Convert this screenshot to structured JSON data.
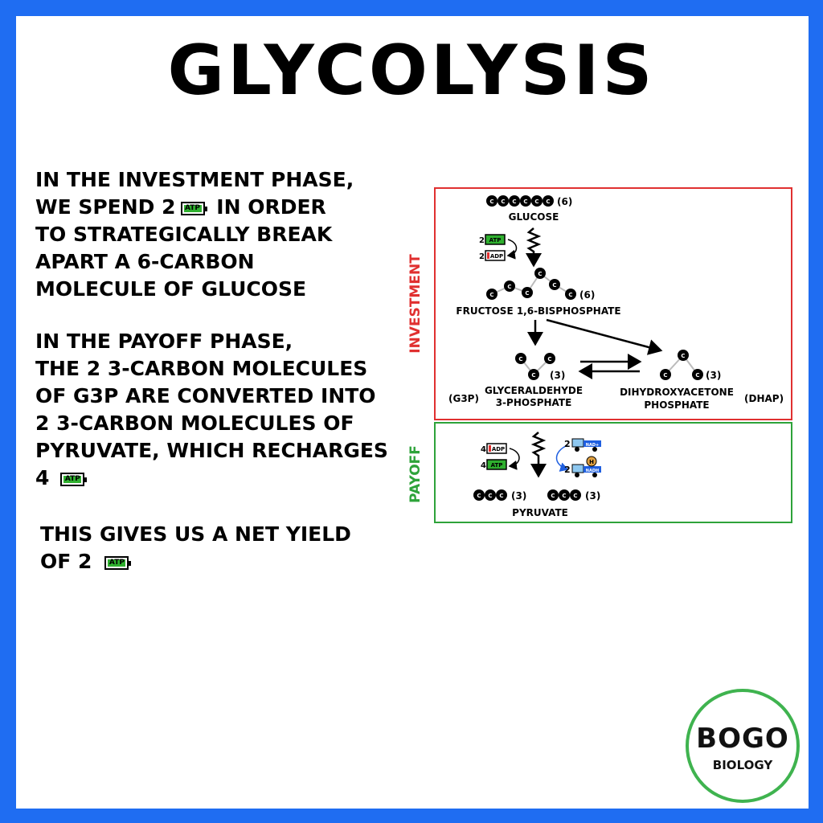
{
  "title": "GLYCOLYSIS",
  "battery_label": "ATP",
  "para1": {
    "l1": "IN THE INVESTMENT PHASE,",
    "l2a": "WE SPEND 2",
    "l2b": "IN ORDER",
    "l3": "TO STRATEGICALLY BREAK",
    "l4": "APART A 6-CARBON",
    "l5": "MOLECULE OF GLUCOSE"
  },
  "para2": {
    "l1": "IN THE PAYOFF PHASE,",
    "l2": "THE 2 3-CARBON MOLECULES",
    "l3": "OF G3P ARE CONVERTED INTO",
    "l4": "2 3-CARBON MOLECULES OF",
    "l5": "PYRUVATE, WHICH RECHARGES",
    "l6": "4"
  },
  "para3": {
    "l1": "THIS GIVES US A NET YIELD",
    "l2": "OF 2"
  },
  "diagram": {
    "investment_label": "INVESTMENT",
    "payoff_label": "PAYOFF",
    "carbon": "C",
    "glucose": "GLUCOSE",
    "six": "(6)",
    "three": "(3)",
    "fructose": "FRUCTOSE 1,6-BISPHOSPHATE",
    "g3p_line1": "GLYCERALDEHYDE",
    "g3p_line2": "3-PHOSPHATE",
    "g3p_abbr": "(G3P)",
    "dhap_line1": "DIHYDROXYACETONE",
    "dhap_line2": "PHOSPHATE",
    "dhap_abbr": "(DHAP)",
    "pyruvate": "PYRUVATE",
    "two": "2",
    "four": "4",
    "atp": "ATP",
    "adp": "ADP",
    "nad": "NAD+",
    "nadh": "NADH",
    "h": "H",
    "colors": {
      "investment": "#e03030",
      "payoff": "#2ea33a",
      "atp_fill": "#2fb02f",
      "nad_blue": "#1f5fe0"
    }
  },
  "logo": {
    "bogo": "BOGO",
    "biology": "BIOLOGY"
  }
}
